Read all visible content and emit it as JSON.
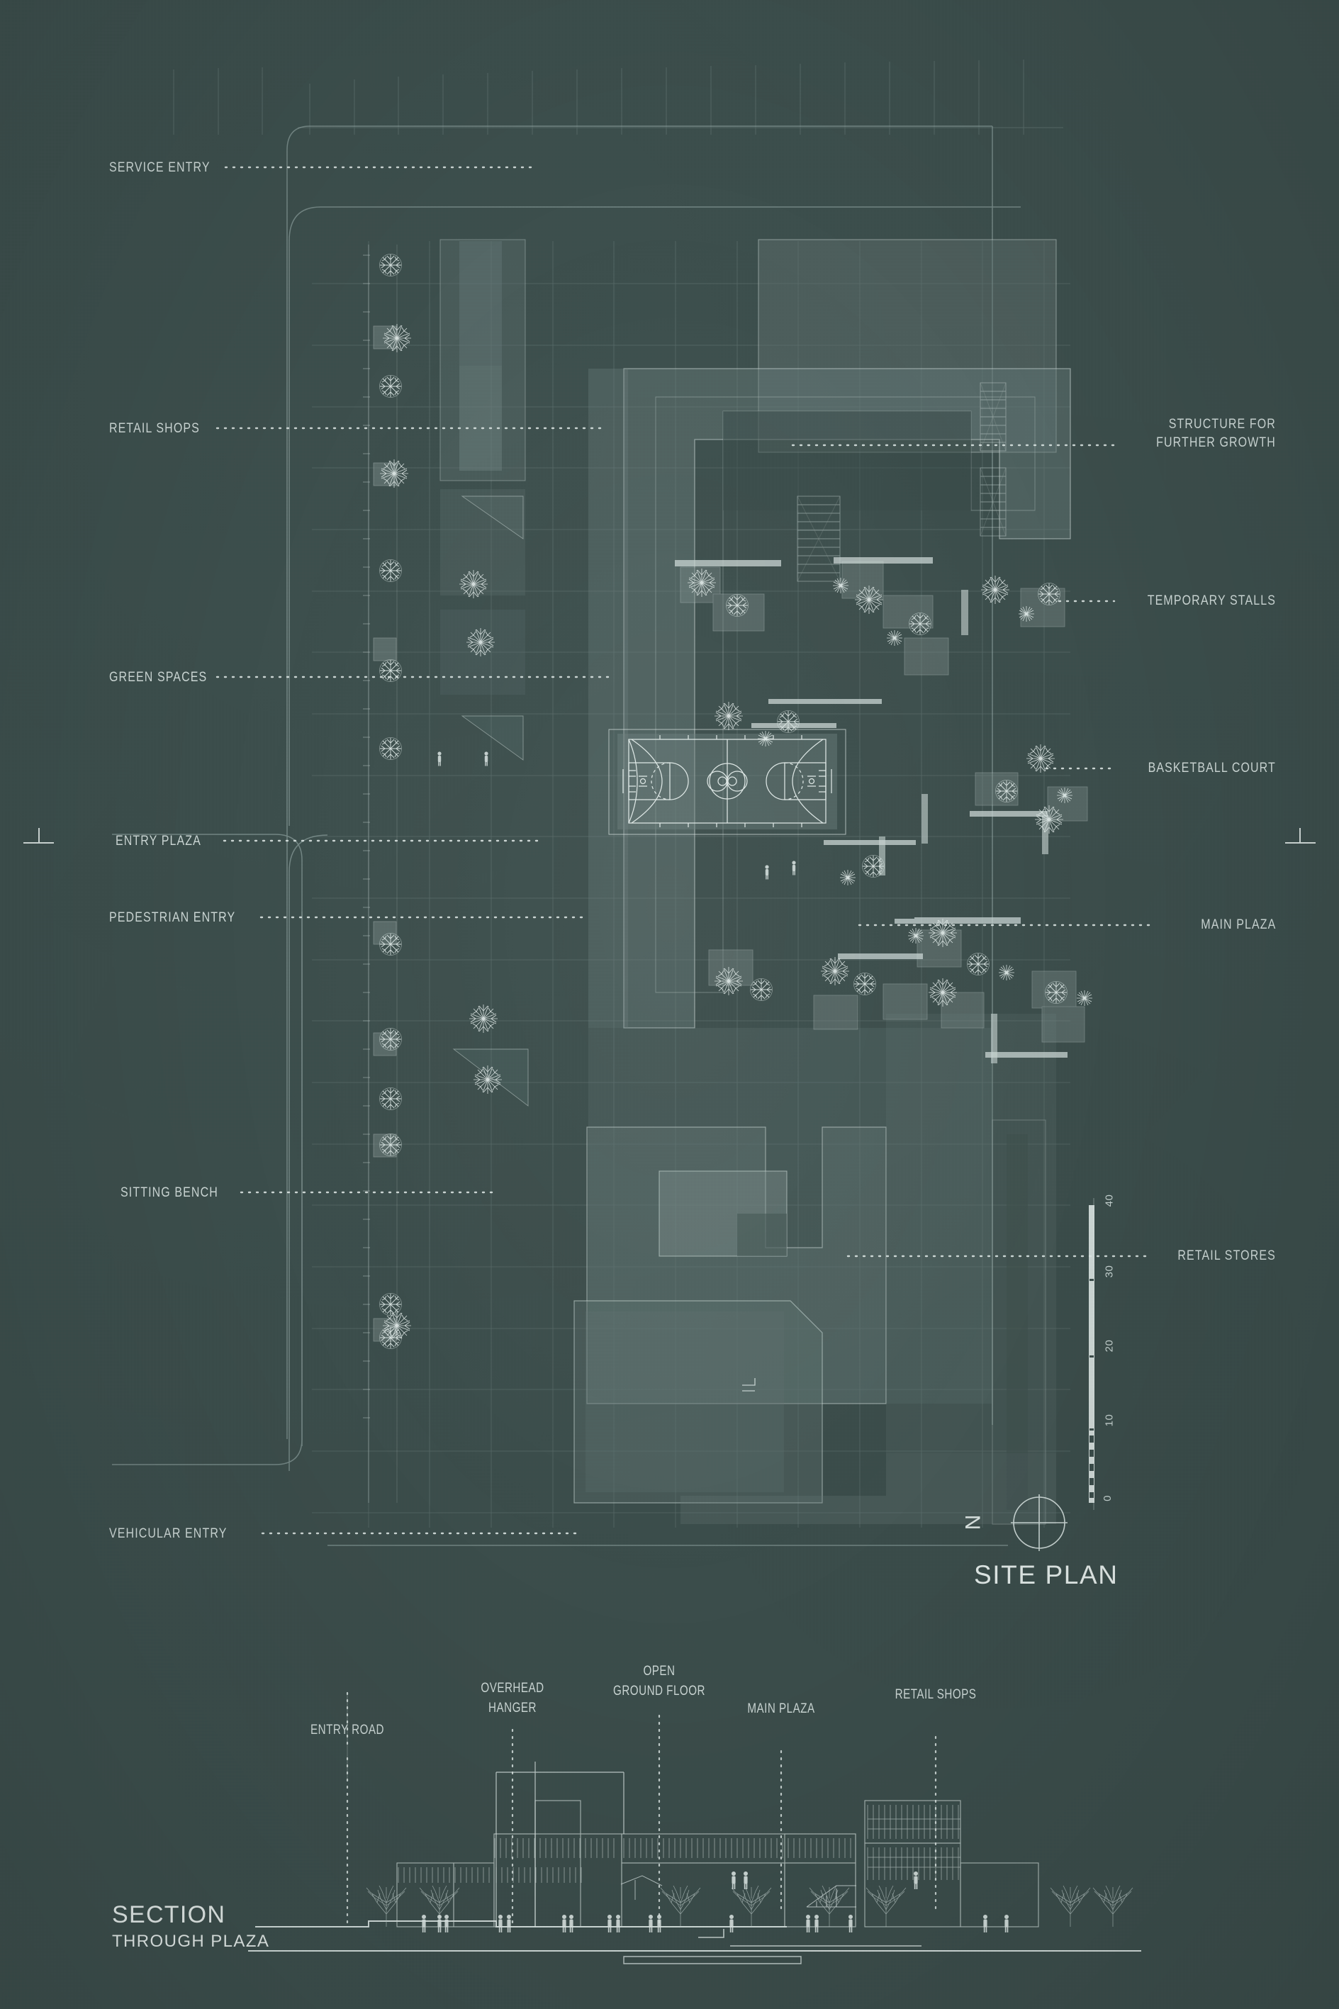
{
  "sheet": {
    "background_color": "#3c4e4c",
    "ink_color": "#cdd8d6",
    "drawing_type": "architectural site plan and section"
  },
  "site_plan": {
    "title": "SITE PLAN",
    "north_marker": "N",
    "scale_bar": {
      "unit_marks": [
        "0",
        "10",
        "20",
        "30",
        "40"
      ]
    },
    "labels_left": [
      {
        "text": "SERVICE ENTRY"
      },
      {
        "text": "RETAIL SHOPS"
      },
      {
        "text": "GREEN SPACES"
      },
      {
        "text": "ENTRY PLAZA"
      },
      {
        "text": "PEDESTRIAN ENTRY"
      },
      {
        "text": "SITTING BENCH"
      },
      {
        "text": "VEHICULAR ENTRY"
      }
    ],
    "labels_right": [
      {
        "line1": "STRUCTURE FOR",
        "line2": "FURTHER GROWTH"
      },
      {
        "text": "TEMPORARY STALLS"
      },
      {
        "text": "BASKETBALL COURT"
      },
      {
        "text": "MAIN PLAZA"
      },
      {
        "text": "RETAIL STORES"
      }
    ]
  },
  "section": {
    "title": "SECTION",
    "subtitle": "THROUGH PLAZA",
    "callouts": [
      {
        "text": "ENTRY ROAD"
      },
      {
        "line1": "OVERHEAD",
        "line2": "HANGER"
      },
      {
        "line1": "OPEN",
        "line2": "GROUND FLOOR"
      },
      {
        "text": "MAIN PLAZA"
      },
      {
        "text": "RETAIL SHOPS"
      }
    ]
  }
}
